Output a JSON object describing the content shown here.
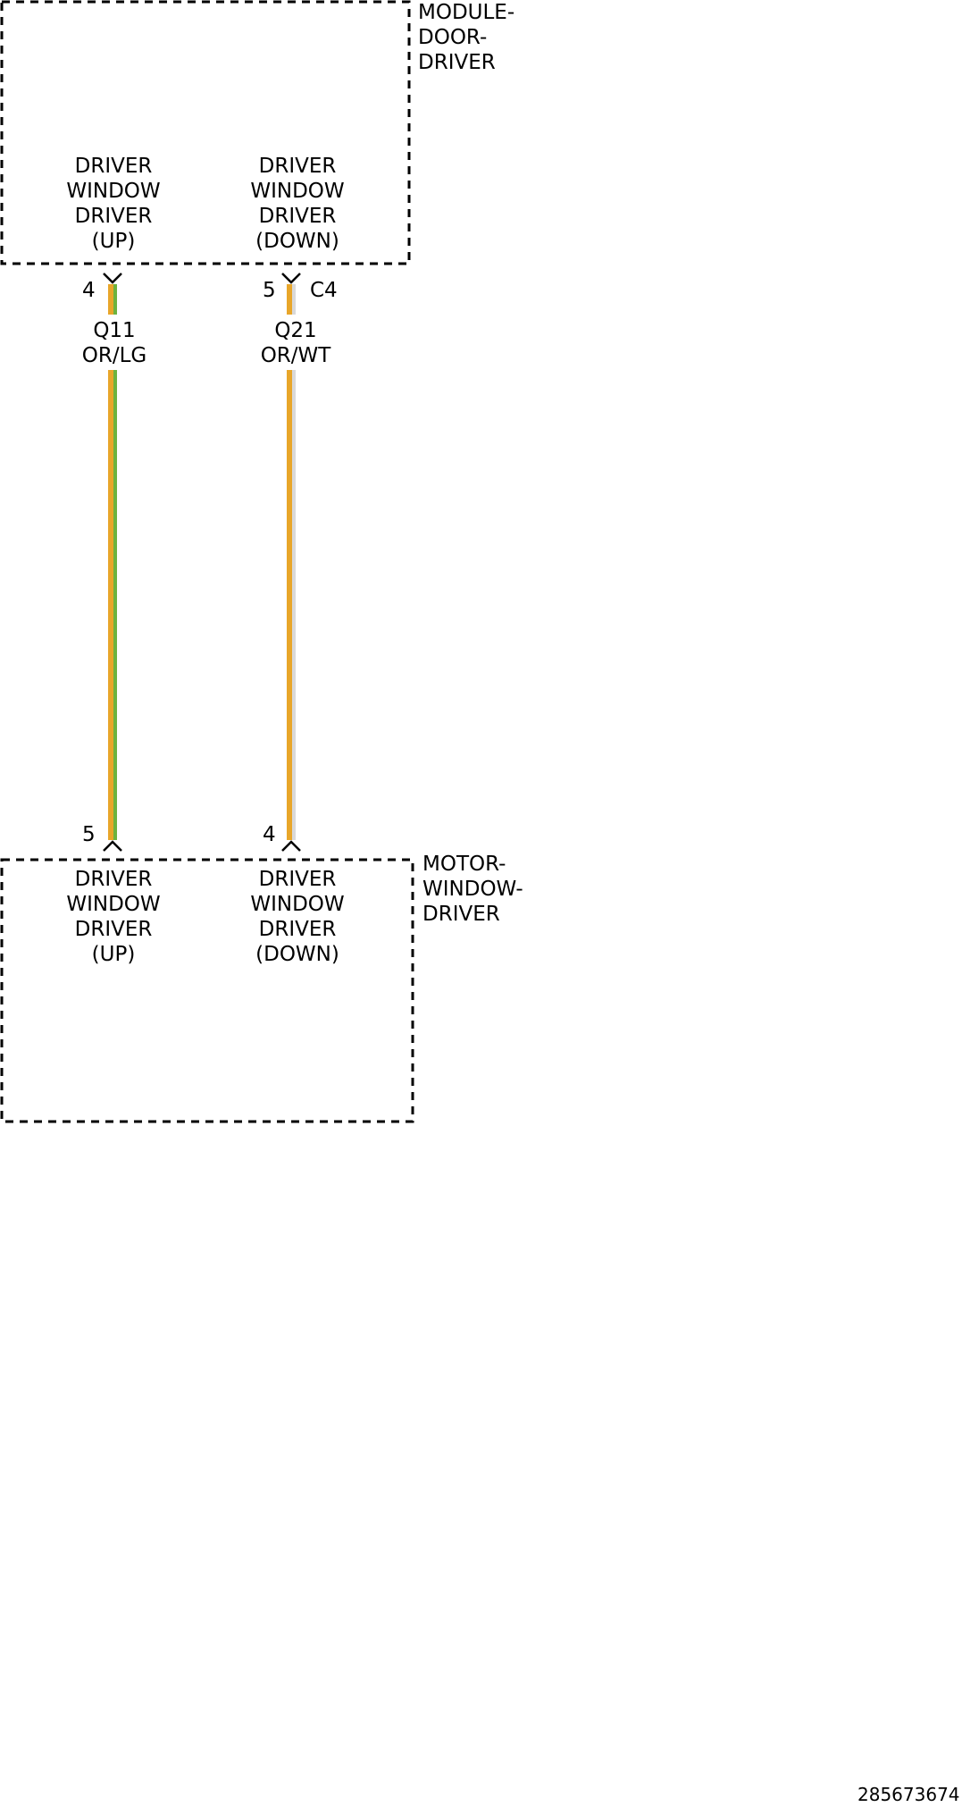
{
  "top_module": {
    "name": "MODULE-\nDOOR-\nDRIVER",
    "pin_up_label": "DRIVER\nWINDOW\nDRIVER\n(UP)",
    "pin_down_label": "DRIVER\nWINDOW\nDRIVER\n(DOWN)",
    "connector": "C4",
    "pin_up_number": "4",
    "pin_down_number": "5"
  },
  "wires": [
    {
      "circuit": "Q11",
      "color_code": "OR/LG",
      "base_color": "#e8a62a",
      "stripe_color": "#6db33f"
    },
    {
      "circuit": "Q21",
      "color_code": "OR/WT",
      "base_color": "#e8a62a",
      "stripe_color": "#d9d9d9"
    }
  ],
  "bottom_module": {
    "name": "MOTOR-\nWINDOW-\nDRIVER",
    "pin_up_label": "DRIVER\nWINDOW\nDRIVER\n(UP)",
    "pin_down_label": "DRIVER\nWINDOW\nDRIVER\n(DOWN)",
    "pin_up_number": "5",
    "pin_down_number": "4"
  },
  "diagram_id": "285673674"
}
